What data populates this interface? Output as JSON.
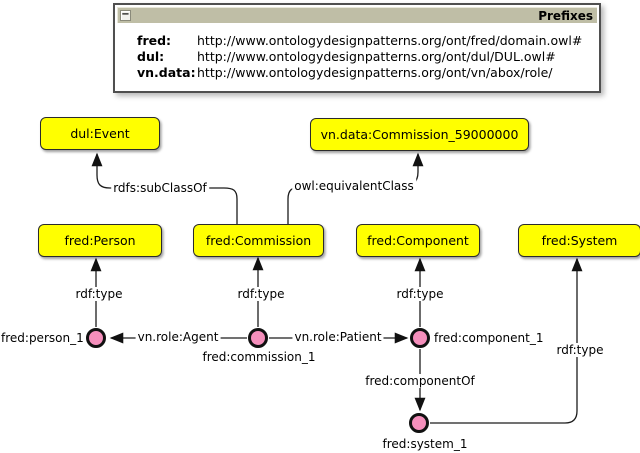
{
  "window": {
    "title": "Prefixes",
    "minimize_glyph": "−",
    "prefixes": [
      {
        "prefix": "fred:",
        "uri": "http://www.ontologydesignpatterns.org/ont/fred/domain.owl#"
      },
      {
        "prefix": "dul:",
        "uri": "http://www.ontologydesignpatterns.org/ont/dul/DUL.owl#"
      },
      {
        "prefix": "vn.data:",
        "uri": "http://www.ontologydesignpatterns.org/ont/vn/abox/role/"
      }
    ]
  },
  "graph": {
    "classes": [
      {
        "id": "dul-event",
        "label": "dul:Event"
      },
      {
        "id": "vn-commission",
        "label": "vn.data:Commission_59000000"
      },
      {
        "id": "fred-person",
        "label": "fred:Person"
      },
      {
        "id": "fred-commission",
        "label": "fred:Commission"
      },
      {
        "id": "fred-component",
        "label": "fred:Component"
      },
      {
        "id": "fred-system",
        "label": "fred:System"
      }
    ],
    "instances": [
      {
        "id": "person-1",
        "label": "fred:person_1"
      },
      {
        "id": "commission-1",
        "label": "fred:commission_1"
      },
      {
        "id": "component-1",
        "label": "fred:component_1"
      },
      {
        "id": "system-1",
        "label": "fred:system_1"
      }
    ],
    "edge_labels": {
      "subclassof": "rdfs:subClassOf",
      "equivalentclass": "owl:equivalentClass",
      "rdf_type": "rdf:type",
      "agent": "vn.role:Agent",
      "patient": "vn.role:Patient",
      "componentof": "fred:componentOf"
    },
    "colors": {
      "class_fill": "#FFFF00",
      "class_border": "#2b2b2b",
      "instance_fill": "#F58FBC",
      "edge": "#1c1c1c",
      "titlebar": "#BFBEA6"
    }
  }
}
